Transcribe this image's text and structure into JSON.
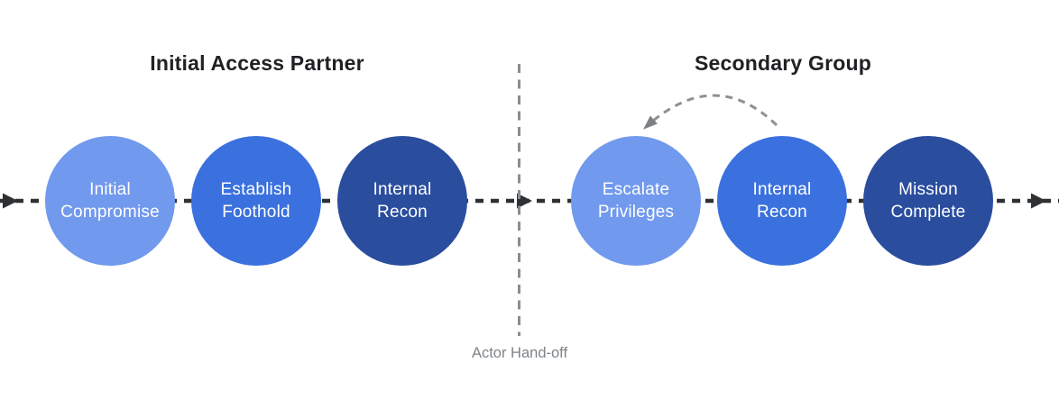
{
  "diagram": {
    "left_group": {
      "title": "Initial Access Partner",
      "steps": [
        {
          "label": "Initial Compromise",
          "shade": "light"
        },
        {
          "label": "Establish Foothold",
          "shade": "medium"
        },
        {
          "label": "Internal Recon",
          "shade": "dark"
        }
      ]
    },
    "right_group": {
      "title": "Secondary Group",
      "steps": [
        {
          "label": "Escalate Privileges",
          "shade": "light"
        },
        {
          "label": "Internal Recon",
          "shade": "medium"
        },
        {
          "label": "Mission Complete",
          "shade": "dark"
        }
      ]
    },
    "handoff_label": "Actor Hand-off"
  },
  "icons": {
    "flow_arrowheads": "right-pointing dashed-flow arrowheads (left edge, hand-off point, right edge)",
    "arc_arrowhead": "curved loop-back arrow from Internal Recon to Escalate Privileges"
  },
  "colors": {
    "circle_light": "#7199ED",
    "circle_medium": "#3B71DE",
    "circle_dark": "#2A4D9E",
    "circle_text": "#FFFFFF",
    "flow_line": "#2E3134",
    "divider_line": "#8A8D91",
    "arc_line": "#8E9194",
    "arc_arrowhead": "#7E8184",
    "title_text": "#202124",
    "handoff_text": "#7E8387"
  }
}
